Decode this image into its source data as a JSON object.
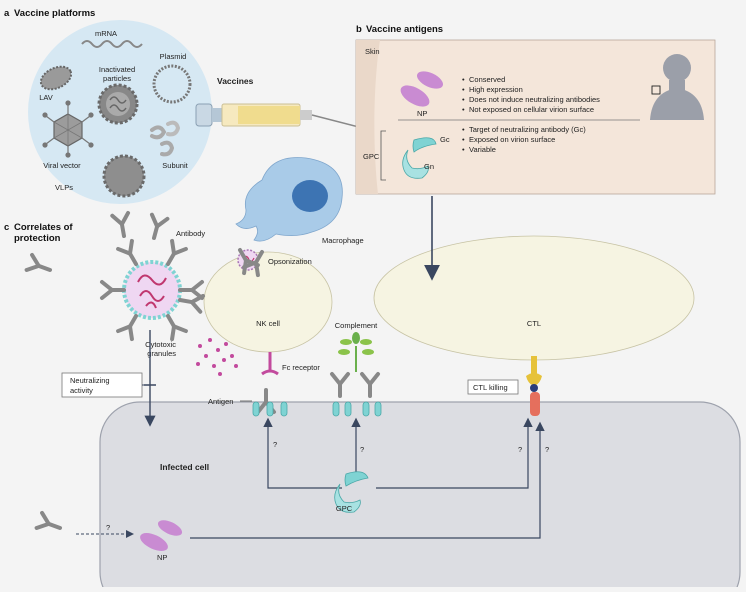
{
  "panel_a": {
    "letter": "a",
    "title": "Vaccine platforms",
    "platforms": {
      "mrna": "mRNA",
      "plasmid": "Plasmid",
      "inactivated": "Inactivated particles",
      "lav": "LAV",
      "viral_vector": "Viral vector",
      "subunit": "Subunit",
      "vlps": "VLPs"
    },
    "vaccines_label": "Vaccines"
  },
  "panel_b": {
    "letter": "b",
    "title": "Vaccine antigens",
    "skin": "Skin",
    "np": "NP",
    "np_features": [
      "Conserved",
      "High expression",
      "Does not induce neutralizing antibodies",
      "Not exposed on cellular virion surface"
    ],
    "gpc": "GPC",
    "gc": "Gc",
    "gn": "Gn",
    "gpc_features": [
      "Target of neutralizing antibody (Gc)",
      "Exposed on virion surface",
      "Variable"
    ]
  },
  "panel_c": {
    "letter": "c",
    "title_line1": "Correlates of",
    "title_line2": "protection",
    "antibody": "Antibody",
    "macrophage": "Macrophage",
    "opsonization": "Opsonization",
    "nk_cell": "NK cell",
    "complement": "Complement",
    "ctl": "CTL",
    "cytotoxic_line1": "Cytotoxic",
    "cytotoxic_line2": "granules",
    "fc_receptor": "Fc receptor",
    "neutralizing_line1": "Neutralizing",
    "neutralizing_line2": "activity",
    "antigen": "Antigen",
    "ctl_killing": "CTL killing",
    "infected_cell": "Infected cell",
    "gpc": "GPC",
    "np": "NP",
    "question": "?"
  },
  "colors": {
    "panel_b_bg": "#f4e6da",
    "cell_fill": "#f6f4e2",
    "infected_fill": "#dcdde2",
    "panel_a_circle": "#d6e8f3",
    "gpc_teal": "#7fd3d3",
    "np_purple": "#c98bd2",
    "macrophage": "#a9cbe8",
    "nucleus": "#3d74b3"
  }
}
